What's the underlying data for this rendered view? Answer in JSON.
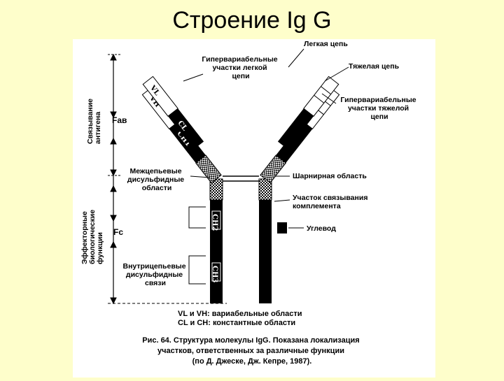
{
  "slide": {
    "title": "Строение Ig G"
  },
  "diagram": {
    "labels": {
      "light_chain": "Легкая цепь",
      "heavy_chain": "Тяжелая цепь",
      "hypervar_light": [
        "Гипервариабельные",
        "участки легкой",
        "цепи"
      ],
      "hypervar_heavy": [
        "Гипервариабельные",
        "участки тяжелой",
        "цепи"
      ],
      "hinge": "Шарнирная область",
      "complement": [
        "Участок связывания",
        "комплемента"
      ],
      "carbohydrate": "Углевод",
      "interchain": [
        "Межцепьевые",
        "дисульфидные",
        "области"
      ],
      "intrachain": [
        "Внутрицепьевые",
        "дисульфидные",
        "связи"
      ],
      "antigen_binding": [
        "Связывание",
        "антигена"
      ],
      "effector": [
        "Эффекторные",
        "биологические",
        "функции"
      ],
      "fab": "Fав",
      "fc": "Fc"
    },
    "domains": {
      "vl": "VL",
      "vh": "VH",
      "cl": "CL",
      "ch1": "CH1",
      "ch2": "CH2",
      "ch3": "CH3"
    },
    "legend": [
      "VL и VH: вариабельные области",
      "CL и CH: константные области"
    ],
    "caption": [
      "Рис. 64. Структура молекулы IgG. Показана локализация",
      "участков, ответственных за различные функции",
      "(по Д. Джеске, Дж. Кепре, 1987)."
    ]
  }
}
